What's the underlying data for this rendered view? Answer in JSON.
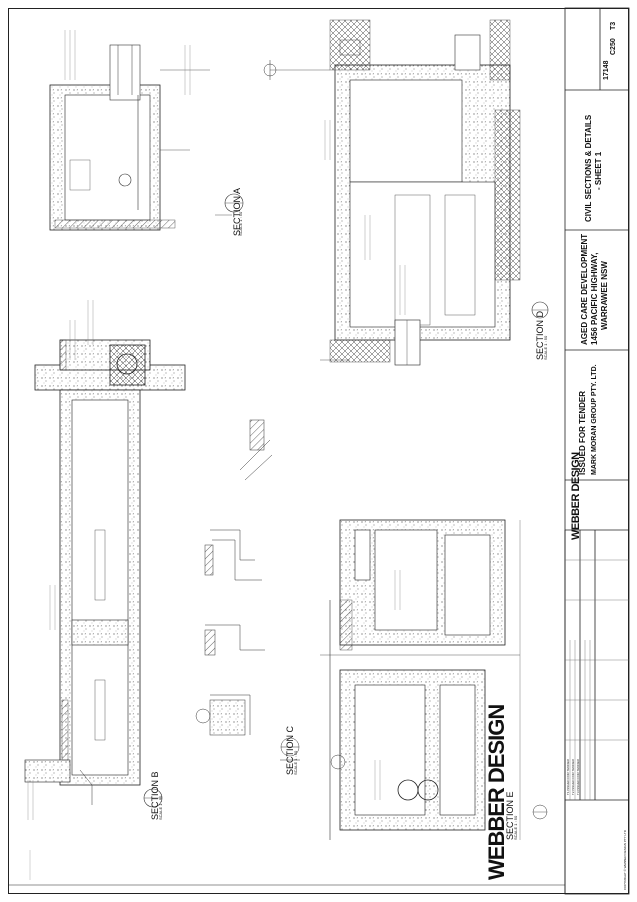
{
  "drawing": {
    "status": "ISSUED FOR TENDER",
    "client": "MARK MORAN GROUP PTY. LTD.",
    "project_line1": "AGED CARE DEVELOPMENT",
    "project_line2": "1456 PACIFIC HIGHWAY,",
    "project_line3": "WARRAWEE NSW",
    "sheet_title_line1": "CIVIL SECTIONS & DETAILS",
    "sheet_title_line2": "- SHEET 1",
    "job_no": "17148",
    "drawing_no": "C250",
    "revision": "T3",
    "firm_name": "WEBBER DESIGN",
    "copyright": "COPYRIGHT © WEBBER DESIGN PTY LTD"
  },
  "sections": [
    {
      "id": "A",
      "label": "SECTION",
      "scale": "SCALE 1 : 50"
    },
    {
      "id": "B",
      "label": "SECTION",
      "scale": "SCALE 1 : 50"
    },
    {
      "id": "C",
      "label": "SECTION",
      "scale": "SCALE 1 : 50"
    },
    {
      "id": "D",
      "label": "SECTION",
      "scale": "SCALE 1 : 50"
    },
    {
      "id": "E",
      "label": "SECTION",
      "scale": "SCALE 1 : 50"
    }
  ],
  "revisions": [
    {
      "rev": "T1",
      "desc": "ISSUED FOR TENDER"
    },
    {
      "rev": "T2",
      "desc": "ISSUED FOR TENDER"
    },
    {
      "rev": "T3",
      "desc": "ISSUED FOR TENDER"
    }
  ]
}
